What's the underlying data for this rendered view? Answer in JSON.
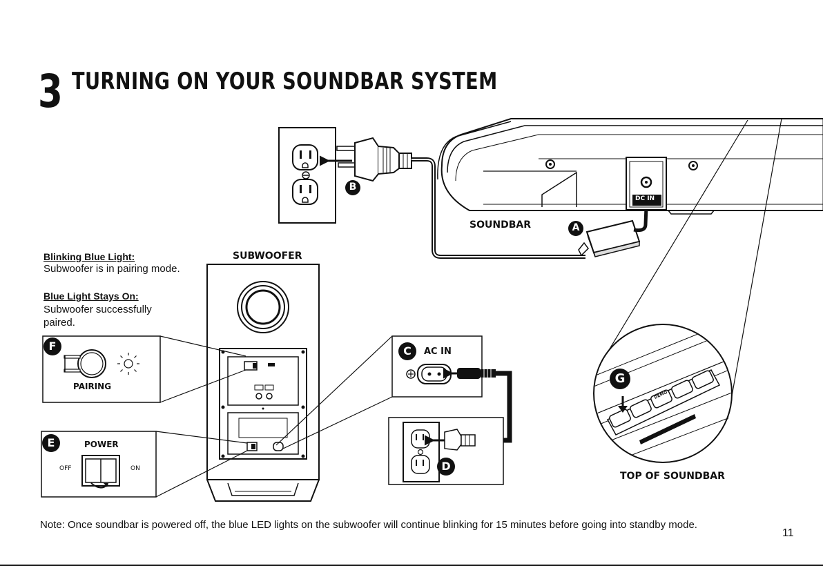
{
  "section": {
    "number": "3",
    "title": "TURNING ON YOUR SOUNDBAR SYSTEM"
  },
  "indicator_info": {
    "blinking_heading": "Blinking Blue Light:",
    "blinking_text": "Subwoofer is in pairing mode.",
    "steady_heading": "Blue Light Stays On:",
    "steady_text_line1": "Subwoofer successfully",
    "steady_text_line2": "paired."
  },
  "labels": {
    "subwoofer": "SUBWOOFER",
    "soundbar": "SOUNDBAR",
    "top_of_soundbar": "TOP OF SOUNDBAR",
    "dc_in": "DC IN",
    "ac_in": "AC IN",
    "pairing": "PAIRING",
    "power": "POWER",
    "off": "OFF",
    "on": "ON",
    "demo": "DEMO"
  },
  "callouts": {
    "a": "A",
    "b": "B",
    "c": "C",
    "d": "D",
    "e": "E",
    "f": "F",
    "g": "G"
  },
  "note": "Note: Once soundbar is powered off, the blue LED lights on the subwoofer will continue blinking for 15 minutes before going into standby mode.",
  "page_number": "11"
}
